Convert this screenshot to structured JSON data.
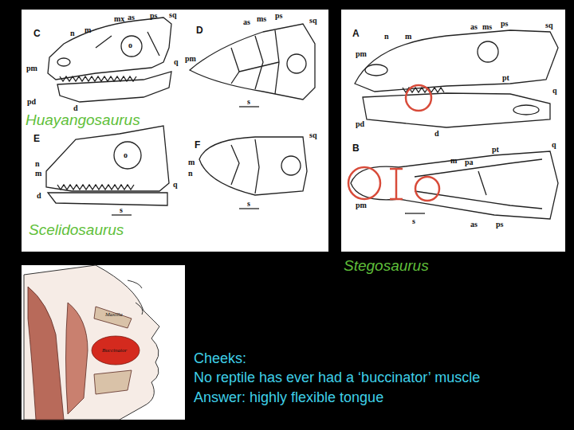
{
  "diagram": {
    "labels": [
      "Huayangosaurus",
      "Scelidosaurus",
      "Stegosaurus",
      "Cheeks:",
      "No reptile has ever had a ‘buccinator’ muscle",
      "Answer: highly flexible tongue",
      "C",
      "D",
      "E",
      "F",
      "A",
      "B",
      "n",
      "m",
      "mx",
      "as",
      "ps",
      "sq",
      "q",
      "o",
      "pm",
      "pd",
      "d",
      "as",
      "ms",
      "ps",
      "sq",
      "pm",
      "s",
      "o",
      "q",
      "n",
      "m",
      "d",
      "s",
      "m",
      "n",
      "s",
      "sq",
      "n",
      "m",
      "as",
      "ms",
      "ps",
      "sq",
      "pt",
      "q",
      "pm",
      "pd",
      "d",
      "pa",
      "pt",
      "q",
      "m",
      "pm",
      "as",
      "ps",
      "s",
      "Maxilla",
      "Buccinator"
    ]
  }
}
